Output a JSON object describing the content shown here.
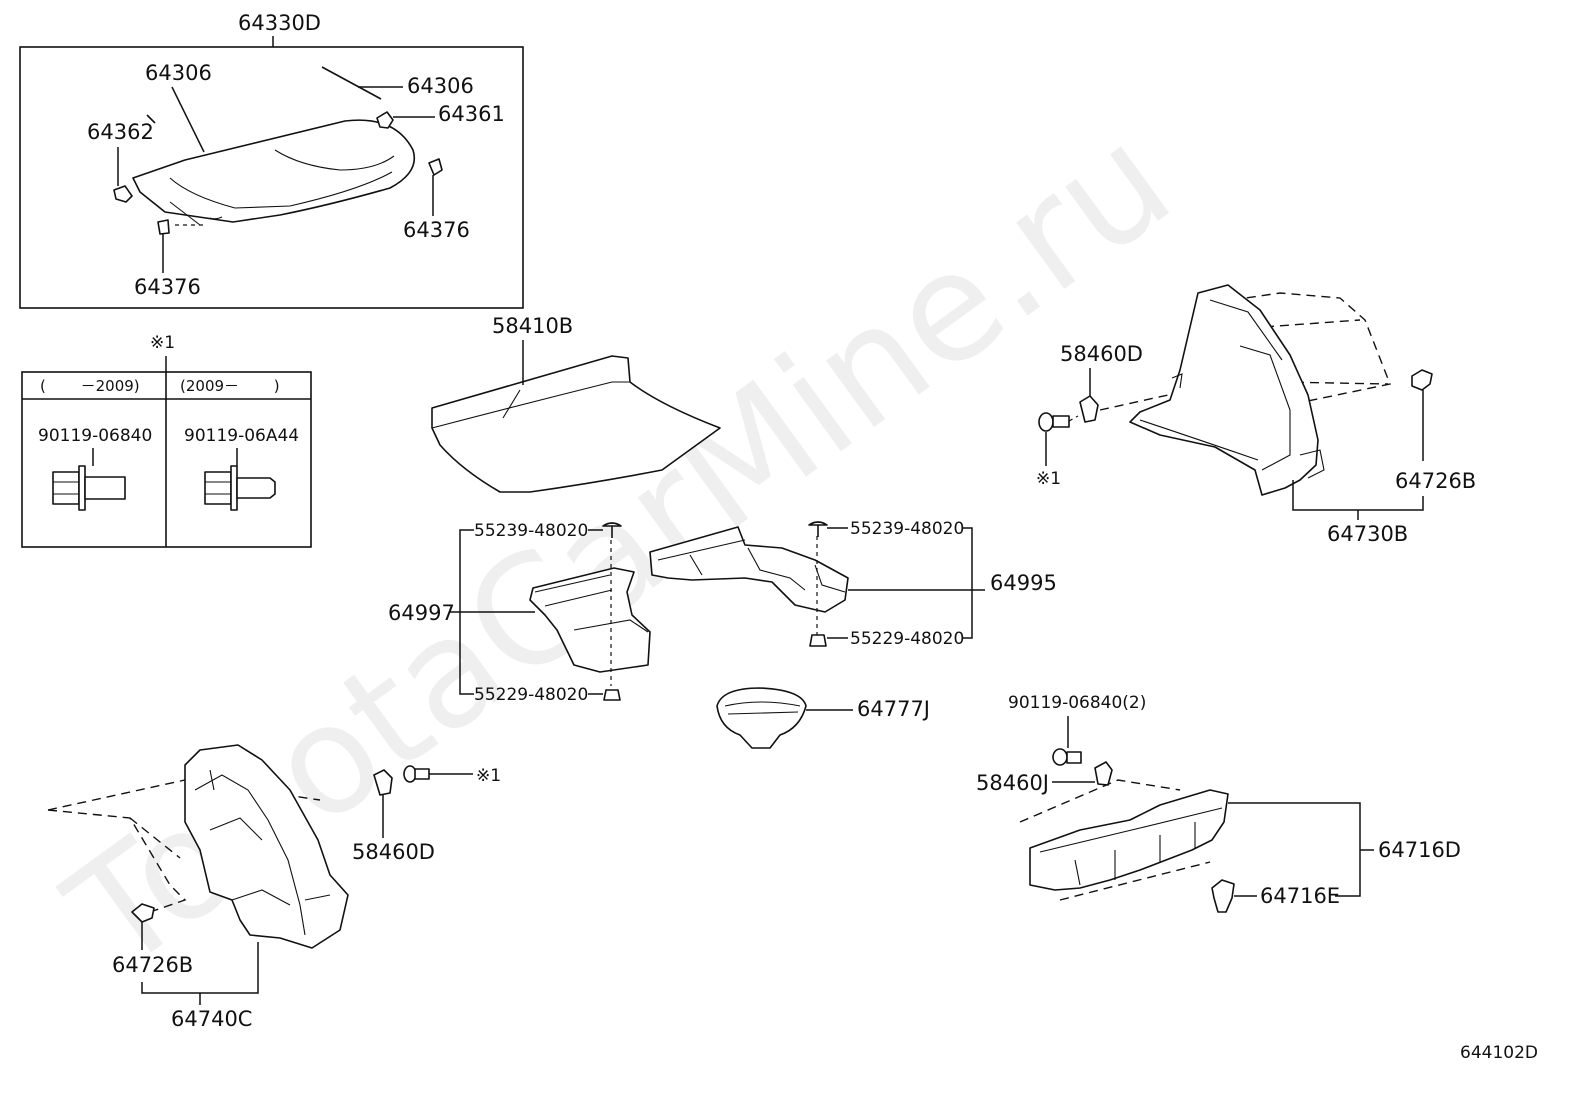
{
  "diagram": {
    "watermark": "ToyotaCarMine.ru",
    "figure_id": "644102D",
    "box_note_symbol": "※1",
    "callout_symbol": "※1",
    "variant_table": {
      "headers": [
        "(　 　－2009)",
        "(2009－ 　　)"
      ],
      "parts": [
        "90119-06840",
        "90119-06A44"
      ]
    },
    "labels": {
      "p64330D": "64330D",
      "p64306a": "64306",
      "p64306b": "64306",
      "p64361": "64361",
      "p64362": "64362",
      "p64376a": "64376",
      "p64376b": "64376",
      "p58410B": "58410B",
      "p58460Da": "58460D",
      "p64726Ba": "64726B",
      "p64730B": "64730B",
      "p55239a": "55239-48020",
      "p55239b": "55239-48020",
      "p55229a": "55229-48020",
      "p55229b": "55229-48020",
      "p64997": "64997",
      "p64995": "64995",
      "p64777J": "64777J",
      "p90119q": "90119-06840(2)",
      "p58460J": "58460J",
      "p64716D": "64716D",
      "p64716E": "64716E",
      "p58460Db": "58460D",
      "p64726Bb": "64726B",
      "p64740C": "64740C"
    }
  }
}
